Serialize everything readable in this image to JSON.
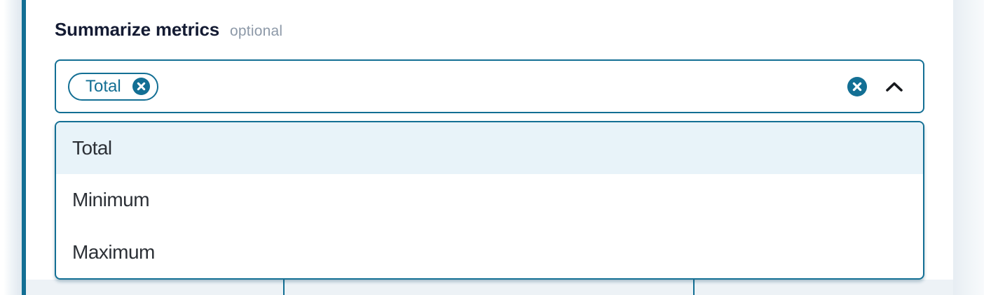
{
  "colors": {
    "accent": "#136f94",
    "heading": "#141b33",
    "muted": "#8d99a8",
    "option-text": "#2c3036",
    "highlight-bg": "#e8f3f9",
    "chevron": "#17191d",
    "band-bg": "#edf2f6"
  },
  "field": {
    "label": "Summarize metrics",
    "optional": "optional"
  },
  "select": {
    "chips": [
      {
        "label": "Total",
        "remove_icon": "x-circle-icon"
      }
    ],
    "clear_all_icon": "x-circle-icon",
    "state_icon": "chevron-up-icon",
    "expanded": true
  },
  "dropdown": {
    "options": [
      {
        "label": "Total",
        "highlighted": true
      },
      {
        "label": "Minimum",
        "highlighted": false
      },
      {
        "label": "Maximum",
        "highlighted": false
      }
    ]
  }
}
